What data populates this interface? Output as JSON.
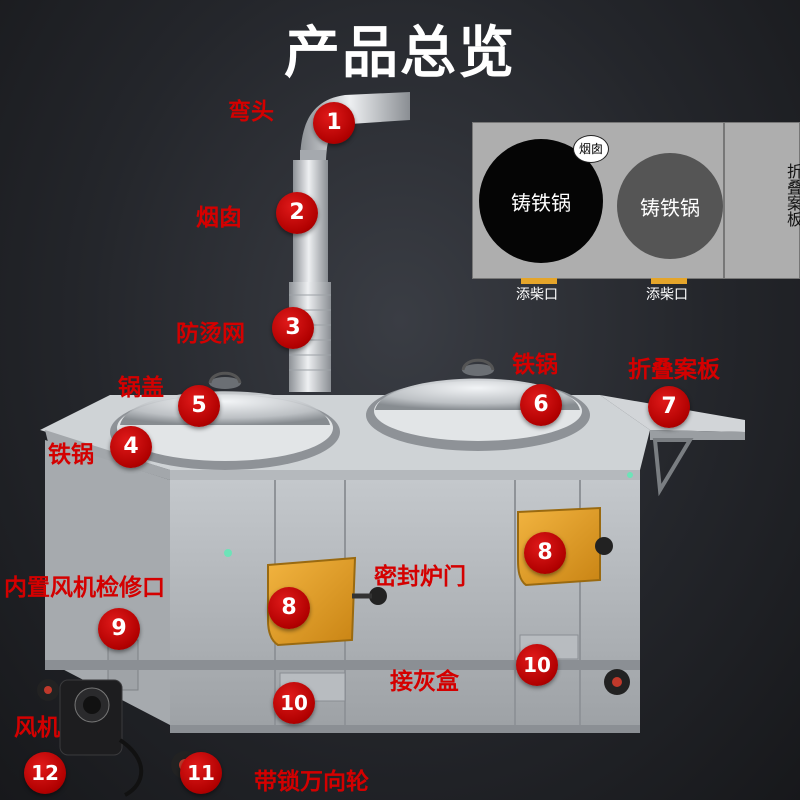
{
  "title": "产品总览",
  "callouts": [
    {
      "num": "1",
      "label": "弯头"
    },
    {
      "num": "2",
      "label": "烟囱"
    },
    {
      "num": "3",
      "label": "防烫网"
    },
    {
      "num": "4",
      "label": "铁锅"
    },
    {
      "num": "5",
      "label": "锅盖"
    },
    {
      "num": "6",
      "label": "铁锅"
    },
    {
      "num": "7",
      "label": "折叠案板"
    },
    {
      "num": "8",
      "label": "密封炉门"
    },
    {
      "num": "9",
      "label": "内置风机检修口"
    },
    {
      "num": "10",
      "label": "接灰盒"
    },
    {
      "num": "11",
      "label": "带锁万向轮"
    },
    {
      "num": "12",
      "label": "风机"
    }
  ],
  "top_view": {
    "pot_left": "铸铁锅",
    "pot_right": "铸铁锅",
    "flue": "烟囱",
    "board": "折叠案板",
    "port_left": "添柴口",
    "port_right": "添柴口"
  },
  "colors": {
    "callout": "#d40000",
    "badge": "#c00000",
    "title": "#ffffff",
    "door": "#e8a12a",
    "steel": "#c9cdd1"
  }
}
